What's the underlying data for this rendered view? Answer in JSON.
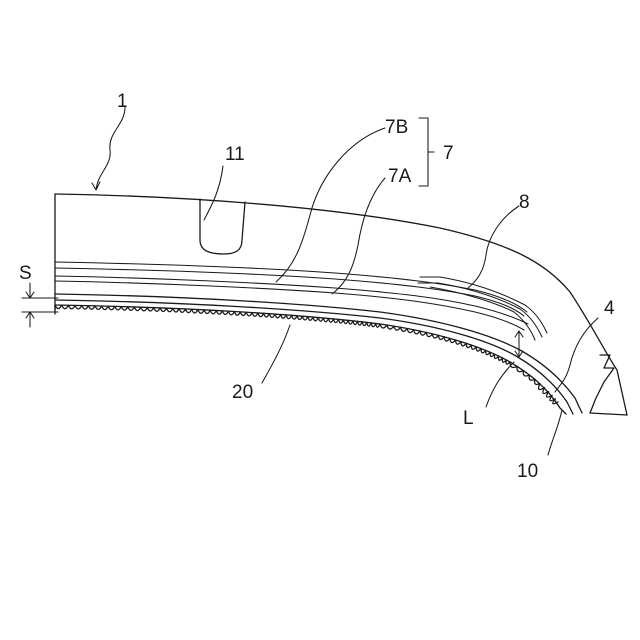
{
  "labels": {
    "tire": "1",
    "groove": "11",
    "belt_outer": "7B",
    "belt_inner": "7A",
    "belt_group": "7",
    "band": "8",
    "carcass": "4",
    "inner_liner": "10",
    "sealant": "20",
    "offset_s": "S",
    "distance_l": "L"
  }
}
